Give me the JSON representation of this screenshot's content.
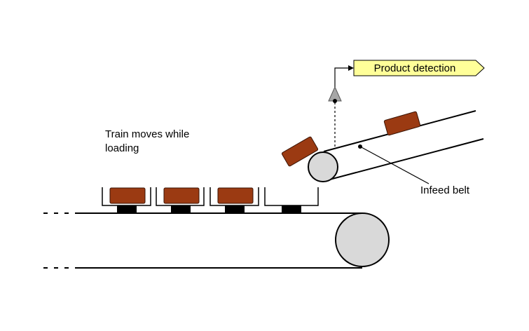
{
  "labels": {
    "train_line1": "Train moves while",
    "train_line2": "loading",
    "infeed_belt": "Infeed belt",
    "product_detection": "Product detection"
  },
  "colors": {
    "product_fill": "#9B3A12",
    "product_stroke": "#3A1405",
    "callout_fill": "#FFFF99",
    "sensor_fill": "#A6A6A6",
    "pulley_fill": "#D9D9D9",
    "foot_fill": "#000000",
    "line": "#000000"
  },
  "icons": {
    "sensor": "triangle-sensor-icon",
    "callout": "arrow-callout-shape"
  }
}
